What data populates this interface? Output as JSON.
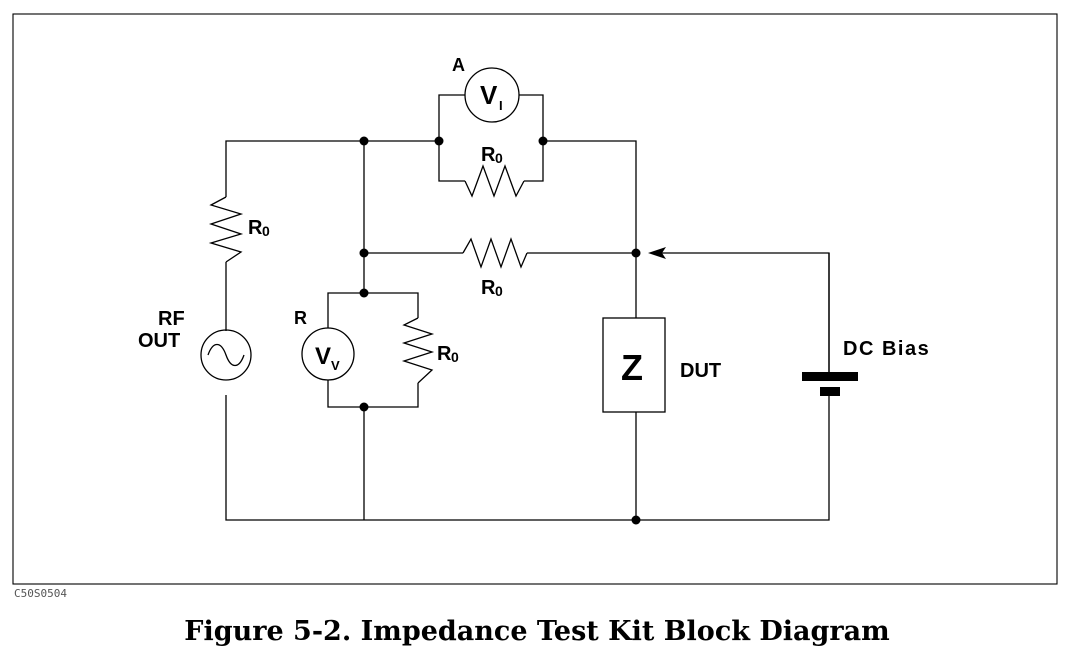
{
  "labels": {
    "meter_a_letter": "A",
    "meter_a_symbol": "V",
    "meter_a_sub": "I",
    "meter_r_letter": "R",
    "meter_r_symbol": "V",
    "meter_r_sub": "V",
    "resistor_top": "R",
    "resistor_top_sub": "0",
    "resistor_left": "R",
    "resistor_left_sub": "0",
    "resistor_mid": "R",
    "resistor_mid_sub": "0",
    "resistor_right": "R",
    "resistor_right_sub": "0",
    "rf_line1": "RF",
    "rf_line2": "OUT",
    "dut_symbol": "Z",
    "dut_label": "DUT",
    "dc_bias": "DC Bias"
  },
  "figure_code": "C50S0504",
  "caption": "Figure 5-2. Impedance Test Kit Block Diagram"
}
